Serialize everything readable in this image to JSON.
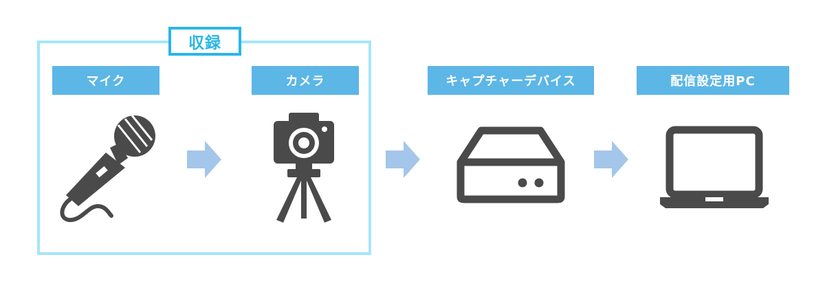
{
  "group": {
    "title": "収録"
  },
  "nodes": [
    {
      "label": "マイク",
      "icon": "microphone-icon"
    },
    {
      "label": "カメラ",
      "icon": "camera-on-tripod-icon"
    },
    {
      "label": "キャプチャーデバイス",
      "icon": "capture-device-icon"
    },
    {
      "label": "配信設定用PC",
      "icon": "laptop-icon"
    }
  ],
  "colors": {
    "label_bg": "#5cb6e6",
    "group_border": "#a4e6f8",
    "group_title": "#29b6e6",
    "arrow": "#a3c6ea",
    "icon": "#4a4a4a"
  }
}
